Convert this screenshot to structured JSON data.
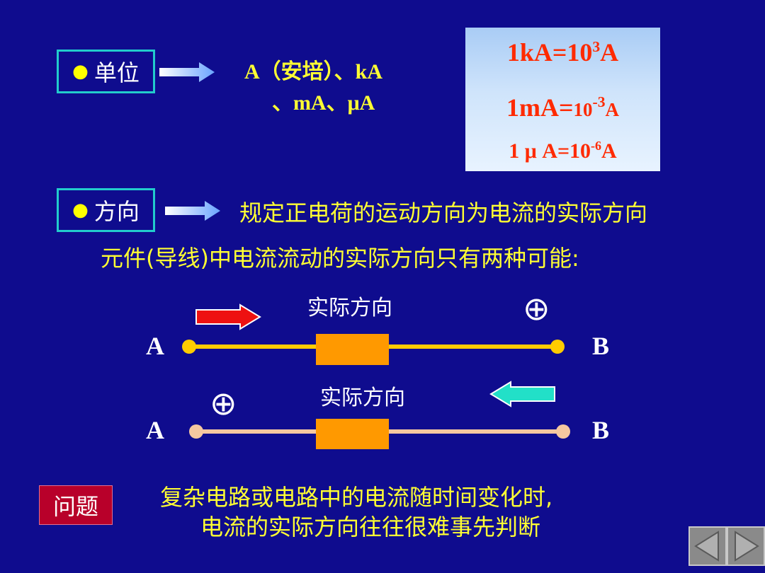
{
  "unit_section": {
    "tag": "单位",
    "bullet": "●",
    "units_line1": "A（安培）、kA",
    "units_line2": "、mA、μA"
  },
  "formulas": {
    "kA_left": "1kA=10",
    "kA_exp": "3",
    "kA_right": "A",
    "mA_left": "1mA=",
    "mA_mid": "10",
    "mA_exp": "-3",
    "mA_right": "A",
    "uA_left": "1 μ A=10",
    "uA_exp": "-6",
    "uA_right": "A"
  },
  "direction_section": {
    "tag": "方向",
    "bullet": "●",
    "definition": "规定正电荷的运动方向为电流的实际方向",
    "possibilities": "元件(导线)中电流流动的实际方向只有两种可能:"
  },
  "circuit1": {
    "label_direction": "实际方向",
    "plus_symbol": "⊕",
    "node_a": "A",
    "node_b": "B",
    "arrow": "right"
  },
  "circuit2": {
    "label_direction": "实际方向",
    "plus_symbol": "⊕",
    "node_a": "A",
    "node_b": "B",
    "arrow": "left"
  },
  "problem": {
    "button": "问题",
    "line1": "复杂电路或电路中的电流随时间变化时,",
    "line2": "电流的实际方向往往很难事先判断"
  },
  "nav": {
    "prev_icon": "triangle-left-icon",
    "next_icon": "triangle-right-icon"
  },
  "colors": {
    "background": "#0f0c8e",
    "text_yellow": "#ffff33",
    "tag_border": "#22cccc",
    "formula_red": "#ff2a00",
    "wire1": "#ffcc00",
    "wire2": "#f5c8a0",
    "resistor": "#ff9900",
    "arrow_red": "#ee1111",
    "arrow_cyan": "#22e0c8"
  }
}
